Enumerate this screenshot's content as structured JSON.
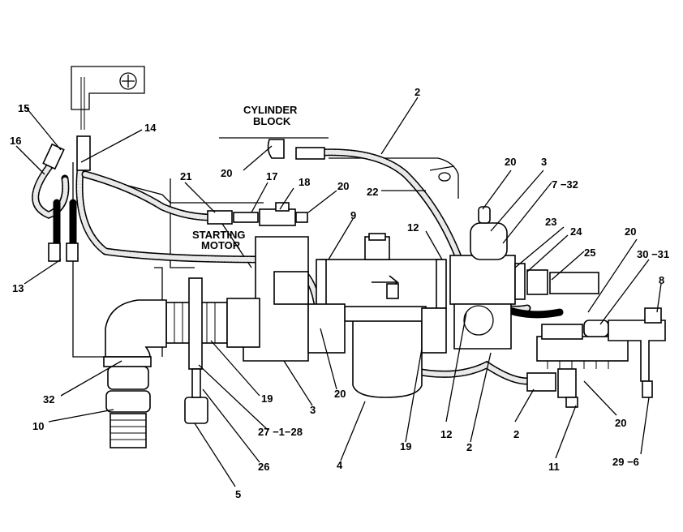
{
  "labels": {
    "cylinder_block": [
      "CYLINDER",
      "BLOCK"
    ],
    "starting_motor": [
      "STARTING",
      "MOTOR"
    ],
    "callouts": {
      "c2a": "2",
      "c15": "15",
      "c16": "16",
      "c14": "14",
      "c20a": "20",
      "c21": "21",
      "c17": "17",
      "c18": "18",
      "c20b": "20",
      "c22": "22",
      "c20c": "20",
      "c3a": "3",
      "c7_32": "7 −32",
      "c9": "9",
      "c12a": "12",
      "c23": "23",
      "c24": "24",
      "c20d": "20",
      "c25": "25",
      "c30_31": "30 −31",
      "c8": "8",
      "c13": "13",
      "c32": "32",
      "c10": "10",
      "c19a": "19",
      "c3b": "3",
      "c20e": "20",
      "c27_28": "27 −1−28",
      "c26": "26",
      "c5": "5",
      "c4": "4",
      "c19b": "19",
      "c12b": "12",
      "c2b": "2",
      "c2c": "2",
      "c20f": "20",
      "c11": "11",
      "c29_6": "29 −6"
    }
  }
}
